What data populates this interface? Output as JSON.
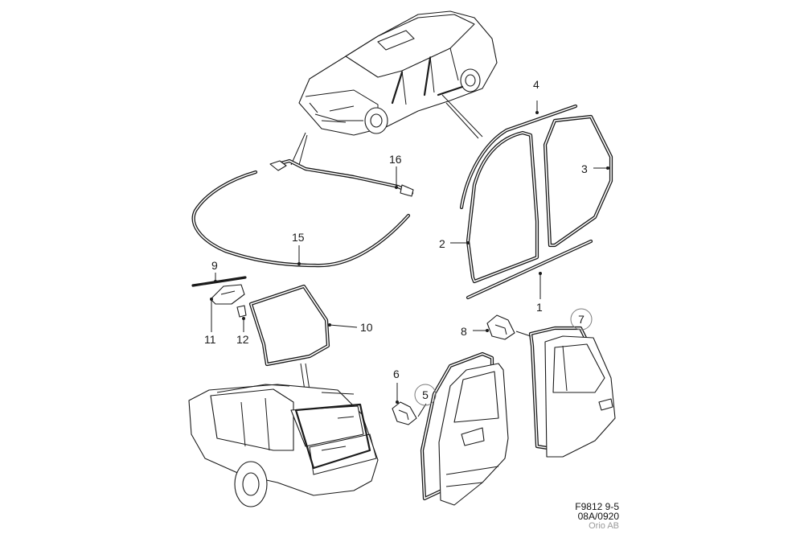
{
  "diagram": {
    "callouts": [
      "1",
      "2",
      "3",
      "4",
      "6",
      "8",
      "9",
      "10",
      "11",
      "12",
      "15",
      "16"
    ],
    "circled_callouts": [
      "5",
      "7"
    ],
    "reference": {
      "line1": "F9812 9-5",
      "line2": "08A/0920",
      "line3": "Orio AB"
    }
  }
}
